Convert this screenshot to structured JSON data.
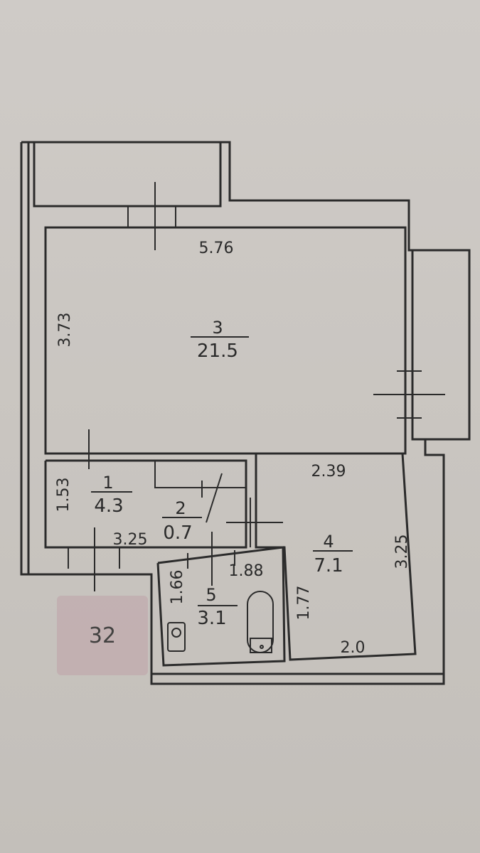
{
  "plan_number": "32",
  "rooms": [
    {
      "number": "1",
      "area": "4.3"
    },
    {
      "number": "2",
      "area": "0.7"
    },
    {
      "number": "3",
      "area": "21.5"
    },
    {
      "number": "4",
      "area": "7.1"
    },
    {
      "number": "5",
      "area": "3.1"
    }
  ],
  "dimensions": {
    "room3_width": "5.76",
    "room3_depth": "3.73",
    "room1_height": "1.53",
    "room1_width": "3.25",
    "room4_top": "2.39",
    "room4_right": "3.25",
    "room4_left": "1.77",
    "room4_bottom": "2.0",
    "room5_top": "1.88",
    "room5_left": "1.66"
  }
}
